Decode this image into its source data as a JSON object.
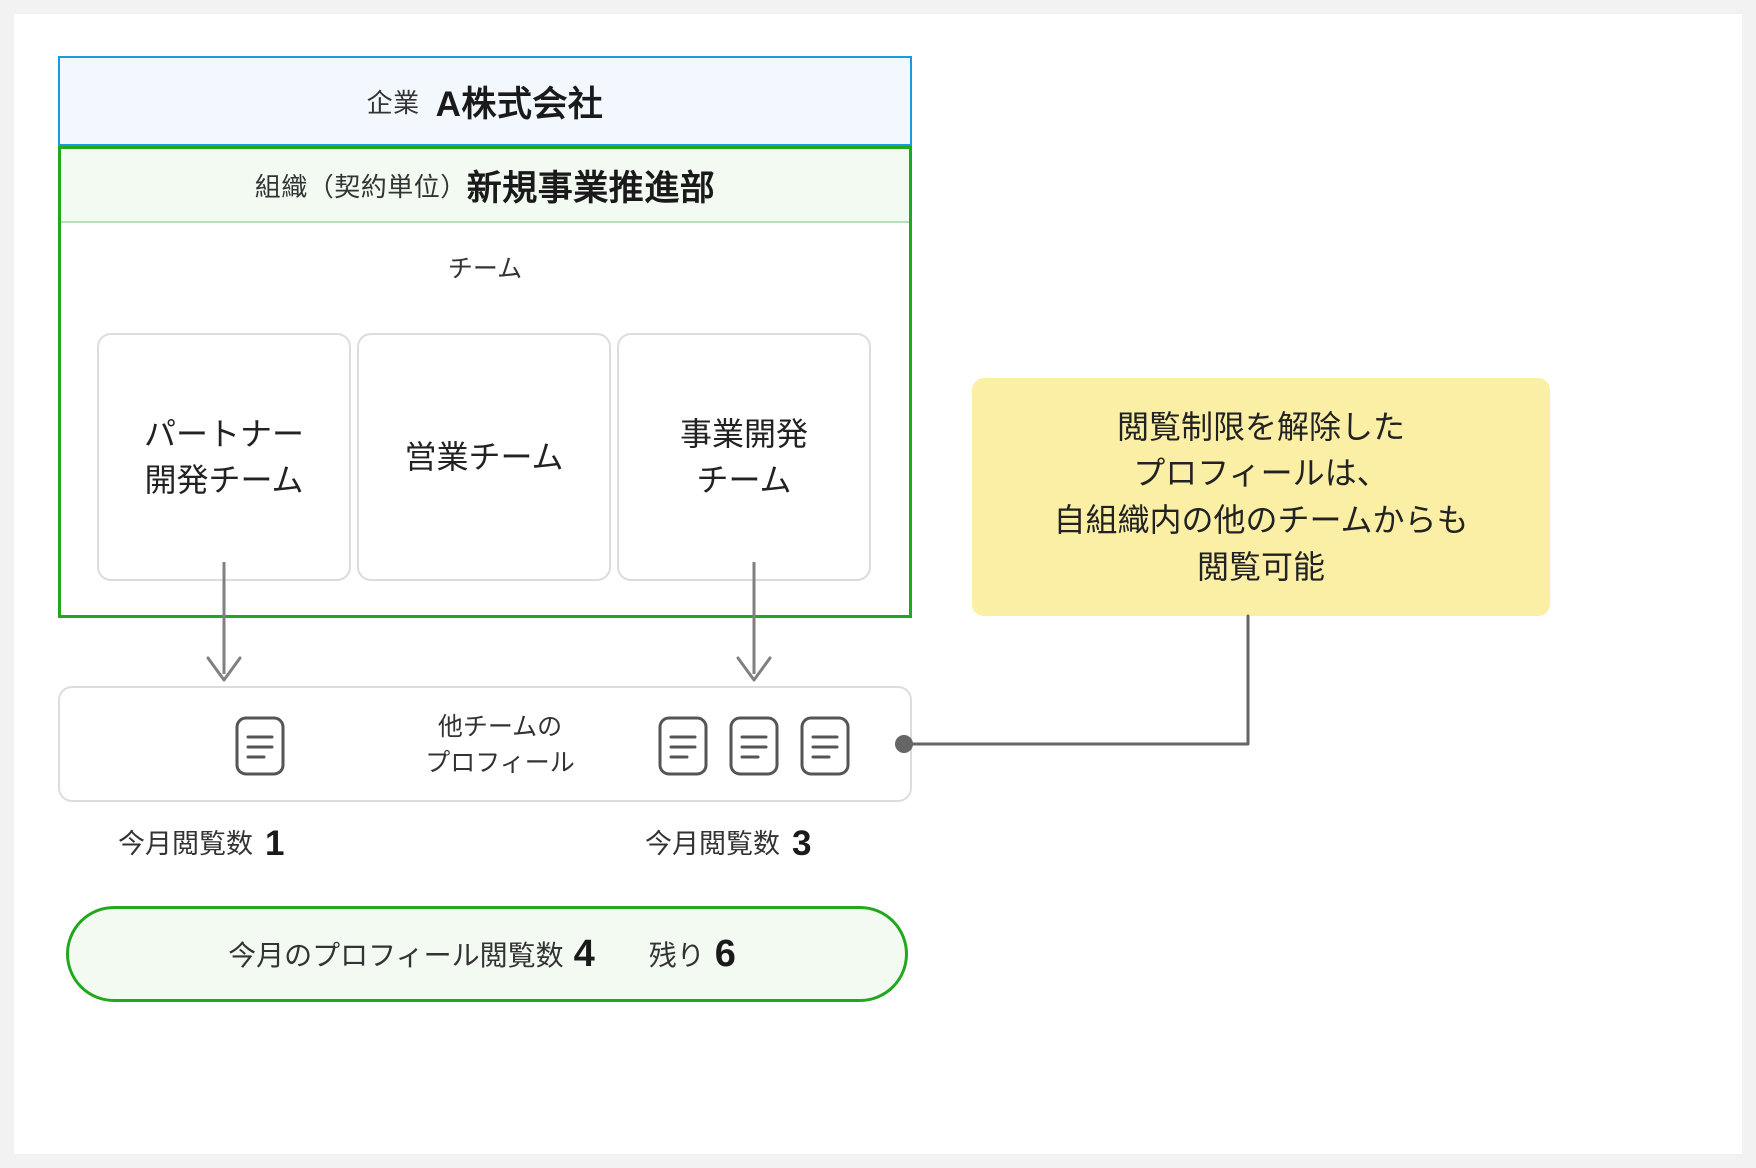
{
  "company": {
    "label": "企業",
    "name": "A株式会社"
  },
  "organization": {
    "label": "組織（契約単位）",
    "name": "新規事業推進部",
    "team_section_label": "チーム",
    "teams": [
      {
        "name": "パートナー\n開発チーム"
      },
      {
        "name": "営業チーム"
      },
      {
        "name": "事業開発\nチーム"
      }
    ]
  },
  "profile_row": {
    "center_label": "他チームの\nプロフィール",
    "left_icons": 1,
    "right_icons": 3,
    "icon_name": "document-icon"
  },
  "counts": {
    "left": {
      "label": "今月閲覧数",
      "value": "1"
    },
    "right": {
      "label": "今月閲覧数",
      "value": "3"
    }
  },
  "summary": {
    "label": "今月のプロフィール閲覧数",
    "value": "4",
    "remaining_label": "残り",
    "remaining_value": "6"
  },
  "callout": {
    "text": "閲覧制限を解除した\nプロフィールは、\n自組織内の他のチームからも\n閲覧可能"
  },
  "colors": {
    "company_border": "#1b9ae0",
    "company_bg": "#f2f8fe",
    "org_border": "#22a81e",
    "org_bg": "#f2faf2",
    "callout_bg": "#fbefa6",
    "card_border": "#dcdcdc",
    "arrow": "#808080",
    "connector": "#666666"
  }
}
